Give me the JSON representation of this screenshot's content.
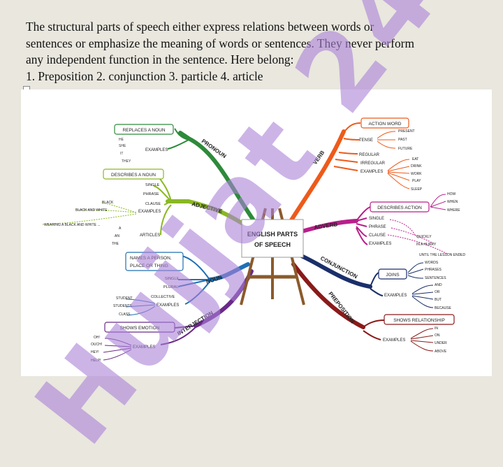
{
  "paragraph": {
    "line1": "The structural parts of speech either express relations between words or",
    "line2": "sentences or emphasize the meaning of words or sentences. They never perform",
    "line3": "any independent function in the sentence. Here belong:",
    "line4": "1. Preposition 2. conjunction 3. particle 4. article"
  },
  "watermark": "Hujjat 24",
  "mindmap": {
    "center": {
      "line1": "ENGLISH PARTS",
      "line2": "OF SPEECH"
    },
    "pronoun": {
      "title": "PRONOUN",
      "box": "REPLACES A NOUN",
      "examples": "EXAMPLES",
      "items": [
        "HE",
        "SHE",
        "IT",
        "THEY"
      ]
    },
    "adjective": {
      "title": "ADJECTIVE",
      "box": "DESCRIBES A NOUN",
      "single": "SINGLE",
      "phrase": "PHRASE",
      "clause": "CLAUSE",
      "examples": "EXAMPLES",
      "ex1": "BLACK",
      "ex2": "BLACK AND WHITE",
      "ex3": "WEARING A BLACK AND WHITE ...",
      "articles": "ARTICLES",
      "art": [
        "A",
        "AN",
        "THE"
      ]
    },
    "noun": {
      "title": "NOUN",
      "box_line1": "NAMES A PERSON,",
      "box_line2": "PLACE OR THING",
      "single": "SINGLE",
      "plural": "PLURAL",
      "collective": "COLLECTIVE",
      "examples": "EXAMPLES",
      "ex": [
        "STUDENT",
        "STUDENTS",
        "CLASS"
      ]
    },
    "interjection": {
      "title": "INTERJECTION",
      "box": "SHOWS EMOTION",
      "examples": "EXAMPLES",
      "items": [
        "OH!",
        "OUCH!",
        "HEY!",
        "HELP!"
      ]
    },
    "verb": {
      "title": "VERB",
      "box": "ACTION WORD",
      "tense": "TENSE",
      "tenses": [
        "PRESENT",
        "PAST",
        "FUTURE"
      ],
      "regular": "REGULAR",
      "irregular": "IRREGULAR",
      "examples": "EXAMPLES",
      "ex": [
        "EAT",
        "DRINK",
        "WORK",
        "PLAY",
        "SLEEP"
      ]
    },
    "adverb": {
      "title": "ADVERB",
      "box": "DESCRIBES ACTION",
      "q": [
        "HOW",
        "WHEN",
        "WHERE"
      ],
      "single": "SINGLE",
      "phrase": "PHRASE",
      "clause": "CLAUSE",
      "examples": "EXAMPLES",
      "ex": [
        "QUICKLY",
        "IN A HURRY",
        "UNTIL THE LESSON ENDED"
      ]
    },
    "conjunction": {
      "title": "CONJUNCTION",
      "joins": "JOINS",
      "joined": [
        "WORDS",
        "PHRASES",
        "SENTENCES"
      ],
      "examples": "EXAMPLES",
      "ex": [
        "AND",
        "OR",
        "BUT",
        "BECAUSE"
      ]
    },
    "preposition": {
      "title": "PREPOSITION",
      "box": "SHOWS RELATIONSHIP",
      "examples": "EXAMPLES",
      "ex": [
        "IN",
        "ON",
        "UNDER",
        "ABOVE"
      ]
    }
  }
}
